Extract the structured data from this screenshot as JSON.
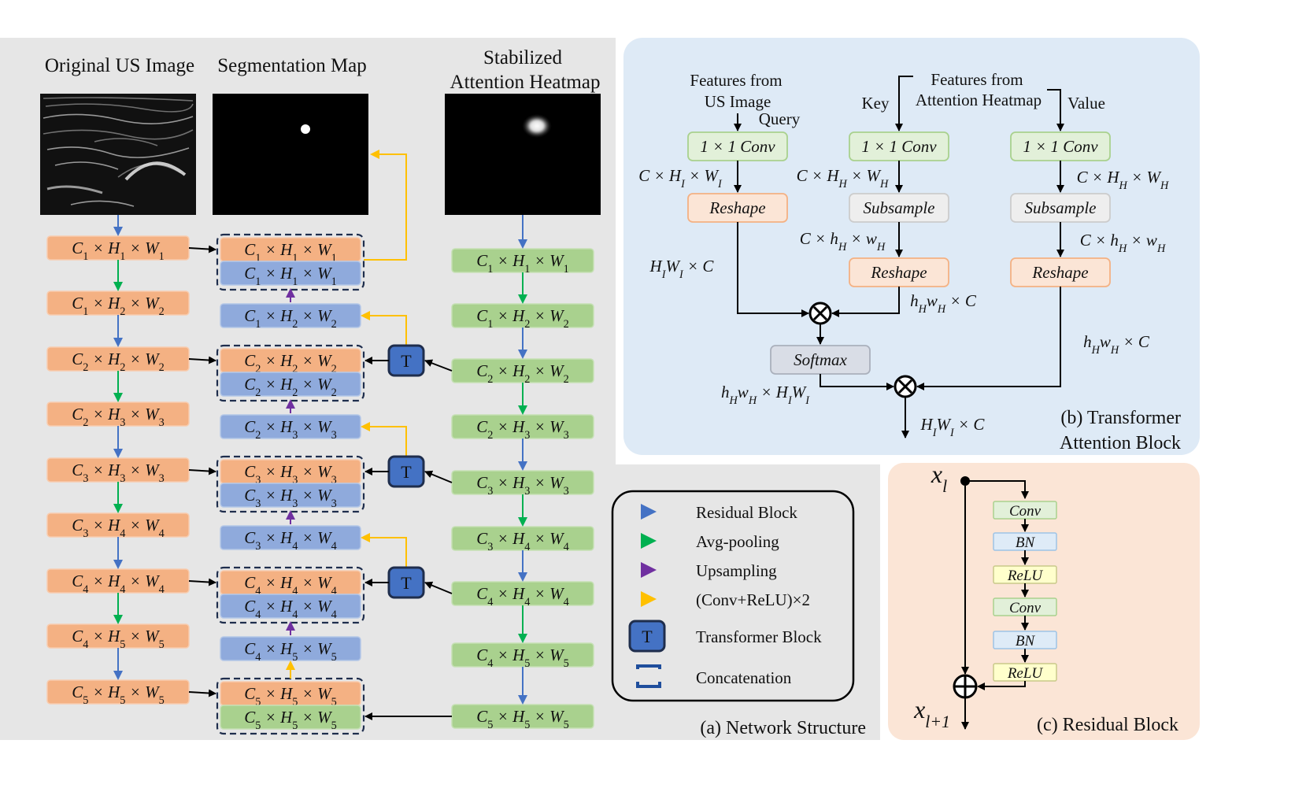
{
  "panels": {
    "a": {
      "caption": "(a) Network Structure"
    },
    "b": {
      "caption_line1": "(b) Transformer",
      "caption_line2": "Attention Block"
    },
    "c": {
      "caption": "(c) Residual Block"
    }
  },
  "network": {
    "col_titles": {
      "original": "Original US Image",
      "segmentation": "Segmentation Map",
      "heatmap_line1": "Stabilized",
      "heatmap_line2": "Attention Heatmap"
    },
    "encoder": [
      {
        "c": "1",
        "h": "1",
        "w": "1"
      },
      {
        "c": "1",
        "h": "2",
        "w": "2"
      },
      {
        "c": "2",
        "h": "2",
        "w": "2"
      },
      {
        "c": "2",
        "h": "3",
        "w": "3"
      },
      {
        "c": "3",
        "h": "3",
        "w": "3"
      },
      {
        "c": "3",
        "h": "4",
        "w": "4"
      },
      {
        "c": "4",
        "h": "4",
        "w": "4"
      },
      {
        "c": "4",
        "h": "5",
        "w": "5"
      },
      {
        "c": "5",
        "h": "5",
        "w": "5"
      }
    ],
    "heat_encoder": [
      {
        "c": "1",
        "h": "1",
        "w": "1"
      },
      {
        "c": "1",
        "h": "2",
        "w": "2"
      },
      {
        "c": "2",
        "h": "2",
        "w": "2"
      },
      {
        "c": "2",
        "h": "3",
        "w": "3"
      },
      {
        "c": "3",
        "h": "3",
        "w": "3"
      },
      {
        "c": "3",
        "h": "4",
        "w": "4"
      },
      {
        "c": "4",
        "h": "4",
        "w": "4"
      },
      {
        "c": "4",
        "h": "5",
        "w": "5"
      },
      {
        "c": "5",
        "h": "5",
        "w": "5"
      }
    ],
    "decoder_concat": [
      {
        "top": {
          "c": "1",
          "h": "1",
          "w": "1"
        },
        "bottom": {
          "c": "1",
          "h": "1",
          "w": "1"
        }
      },
      {
        "top": {
          "c": "2",
          "h": "2",
          "w": "2"
        },
        "bottom": {
          "c": "2",
          "h": "2",
          "w": "2"
        }
      },
      {
        "top": {
          "c": "3",
          "h": "3",
          "w": "3"
        },
        "bottom": {
          "c": "3",
          "h": "3",
          "w": "3"
        }
      },
      {
        "top": {
          "c": "4",
          "h": "4",
          "w": "4"
        },
        "bottom": {
          "c": "4",
          "h": "4",
          "w": "4"
        }
      },
      {
        "top": {
          "c": "5",
          "h": "5",
          "w": "5"
        },
        "bottom": {
          "c": "5",
          "h": "5",
          "w": "5"
        }
      }
    ],
    "decoder_single": [
      {
        "c": "1",
        "h": "2",
        "w": "2"
      },
      {
        "c": "2",
        "h": "3",
        "w": "3"
      },
      {
        "c": "3",
        "h": "4",
        "w": "4"
      },
      {
        "c": "4",
        "h": "5",
        "w": "5"
      }
    ],
    "transformer_label": "T",
    "legend": [
      {
        "label": "Residual Block",
        "color": "#4472c4",
        "kind": "arrow"
      },
      {
        "label": "Avg-pooling",
        "color": "#00b050",
        "kind": "arrow"
      },
      {
        "label": "Upsampling",
        "color": "#7030a0",
        "kind": "arrow"
      },
      {
        "label": "(Conv+ReLU)×2",
        "color": "#ffc000",
        "kind": "arrow"
      },
      {
        "label": "Transformer Block",
        "kind": "transformer"
      },
      {
        "label": "Concatenation",
        "kind": "concat"
      }
    ]
  },
  "attention": {
    "query_src_line1": "Features from",
    "query_src_line2": "US Image",
    "query_label": "Query",
    "kv_src_line1": "Features from",
    "kv_src_line2": "Attention Heatmap",
    "key_label": "Key",
    "value_label": "Value",
    "conv_label": "1 × 1 Conv",
    "reshape_label": "Reshape",
    "subsample_label": "Subsample",
    "softmax_label": "Softmax",
    "dims": {
      "q_after_conv": "C × H_I × W_I",
      "k_after_conv": "C × H_H × W_H",
      "v_after_conv": "C × H_H × W_H",
      "k_after_sub": "C × h_H × w_H",
      "v_after_sub": "C × h_H × w_H",
      "q_reshaped": "H_IW_I × C",
      "k_reshaped": "h_Hw_H × C",
      "v_reshaped": "h_Hw_H × C",
      "attn": "h_Hw_H × H_IW_I",
      "out": "H_IW_I × C"
    }
  },
  "residual": {
    "input": "x_l",
    "output": "x_l+1",
    "layers": [
      "Conv",
      "BN",
      "ReLU",
      "Conv",
      "BN",
      "ReLU"
    ]
  },
  "colors": {
    "orange": "#f4b183",
    "orange_border": "#f8cbad",
    "green": "#a9d18e",
    "green_border": "#c5e0b4",
    "blue": "#8faadc",
    "blue_border": "#b4c7e7",
    "resblue": "#4472c4",
    "pool": "#00b050",
    "up": "#7030a0",
    "conv": "#ffc000",
    "tblock": "#4472c4"
  }
}
